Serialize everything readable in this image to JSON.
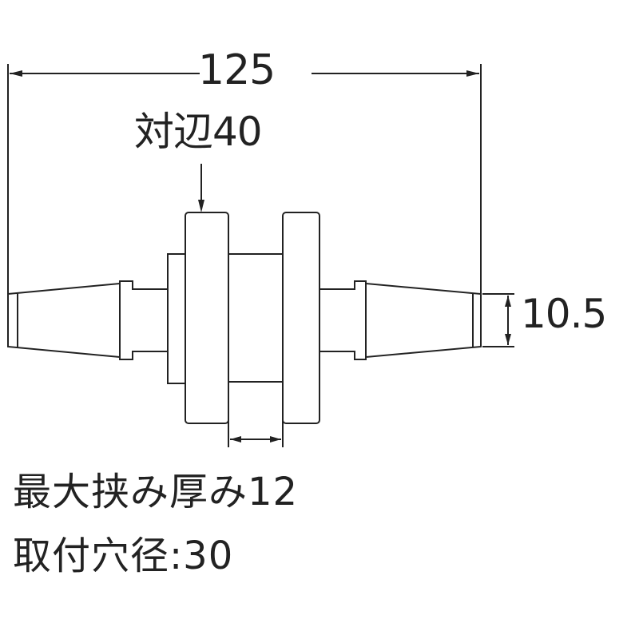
{
  "dimensions": {
    "overall_length": "125",
    "wrench_flat": "対辺40",
    "hose_diameter": "10.5"
  },
  "specs": {
    "max_clamp_thickness": "最大挟み厚み12",
    "mounting_hole_diameter": "取付穴径:30"
  },
  "colors": {
    "line": "#222222",
    "background": "#ffffff"
  }
}
